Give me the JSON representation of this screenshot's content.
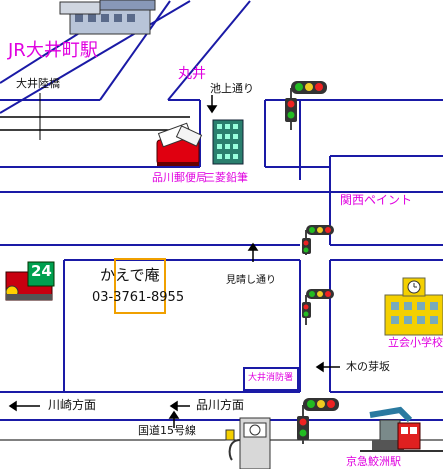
{
  "colors": {
    "road": "#1a1aa6",
    "accent": "#e000e0",
    "shop_box": "#f0a000",
    "text": "#111111"
  },
  "labels": {
    "jr_station": "JR大井町駅",
    "ooi_bridge": "大井陸橋",
    "marui": "丸井",
    "ikegami_dori": "池上通り",
    "post_office": "品川郵便局",
    "mitsubishi": "三菱鉛筆",
    "kansai_paint": "関西ペイント",
    "miharashi_dori": "見晴し通り",
    "shop_name": "かえで庵",
    "shop_phone": "03-3761-8955",
    "school": "立会小学校",
    "fire_station": "大井消防署",
    "kinomebuzaka": "木の芽坂",
    "kawasaki_dir": "川崎方面",
    "shinagawa_dir": "品川方面",
    "route15": "国道15号線",
    "keikyu_station": "京急鮫洲駅",
    "store_24": "24"
  }
}
